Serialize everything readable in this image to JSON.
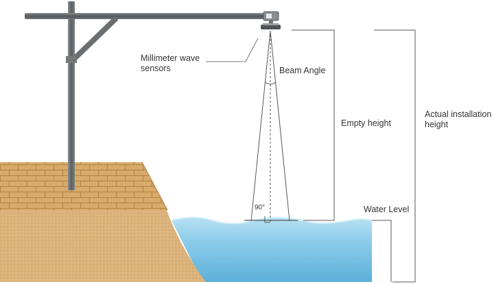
{
  "labels": {
    "sensor_line1": "Millimeter wave",
    "sensor_line2": "sensors",
    "beam_angle": "Beam Angle",
    "empty_height": "Empty height",
    "installation_line1": "Actual installation",
    "installation_line2": "height",
    "water_level": "Water Level",
    "right_angle": "90°"
  },
  "colors": {
    "pole": "#6f7376",
    "brick": "#d9ab6b",
    "mortar": "#b4864a",
    "bank": "#ddb57e",
    "water_top": "#aedcef",
    "water_bottom": "#5fb3dc",
    "line": "#555555"
  }
}
